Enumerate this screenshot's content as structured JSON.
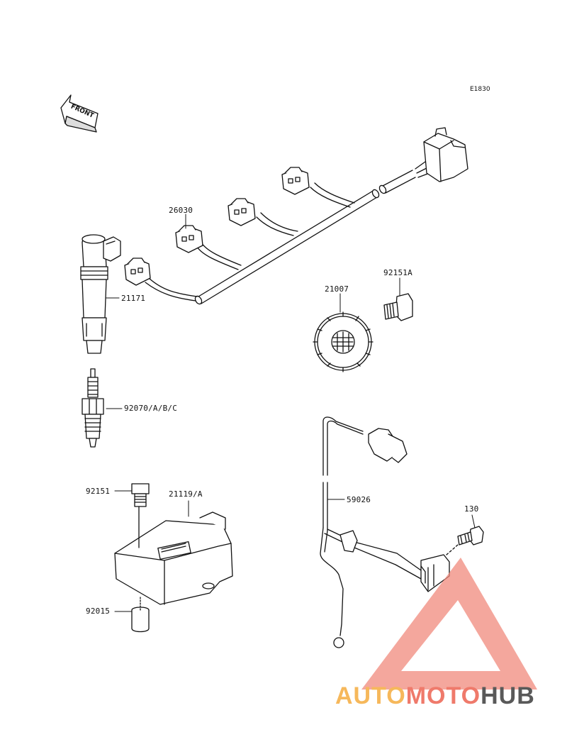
{
  "diagram_code": "E1830",
  "front_label": "FRONT",
  "parts": [
    {
      "id": "p26030",
      "number": "26030"
    },
    {
      "id": "p21171",
      "number": "21171"
    },
    {
      "id": "p21007",
      "number": "21007"
    },
    {
      "id": "p92151A",
      "number": "92151A"
    },
    {
      "id": "p92070",
      "number": "92070/A/B/C"
    },
    {
      "id": "p92151",
      "number": "92151"
    },
    {
      "id": "p21119",
      "number": "21119/A"
    },
    {
      "id": "p59026",
      "number": "59026"
    },
    {
      "id": "p130",
      "number": "130"
    },
    {
      "id": "p92015",
      "number": "92015"
    }
  ],
  "watermark": {
    "part1": "AUTO",
    "part2": "MOTO",
    "part3": "HUB",
    "colors": {
      "part1": "#f6b85b",
      "part2": "#ef7a6b",
      "part3": "#595959",
      "logo": "#f08a7c"
    }
  }
}
